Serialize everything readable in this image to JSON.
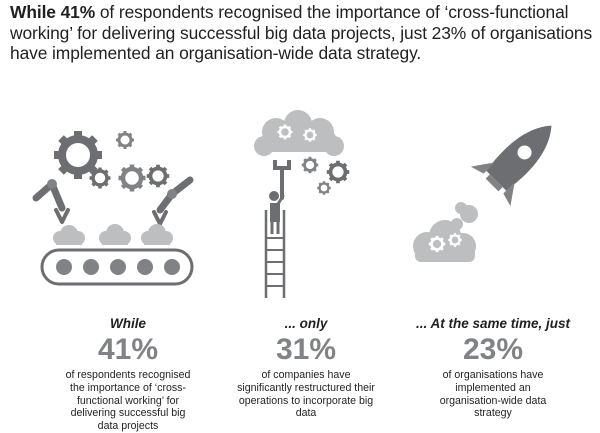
{
  "headline": {
    "bold_prefix": "While 41%",
    "text": " of respondents recognised the importance of ‘cross-functional working’ for delivering successful big data projects, just 23% of organisations have implemented an organisation-wide data strategy."
  },
  "stats": [
    {
      "lead": "While",
      "value": "41%",
      "description": "of respondents recognised the importance of ‘cross-functional working’ for delivering successful big data projects"
    },
    {
      "lead": "... only",
      "value": "31%",
      "description": "of companies have significantly restructured their operations to incorporate big data"
    },
    {
      "lead": "... At the same time, just",
      "value": "23%",
      "description": "of organisations have implemented an organisation-wide data strategy"
    }
  ],
  "icons": [
    "factory-gears-conveyor-icon",
    "ladder-worker-cloud-gears-icon",
    "rocket-cloud-gears-icon"
  ],
  "colors": {
    "dark": "#6d6e71",
    "mid": "#808285",
    "light": "#bcbec0",
    "text": "#231f20"
  }
}
